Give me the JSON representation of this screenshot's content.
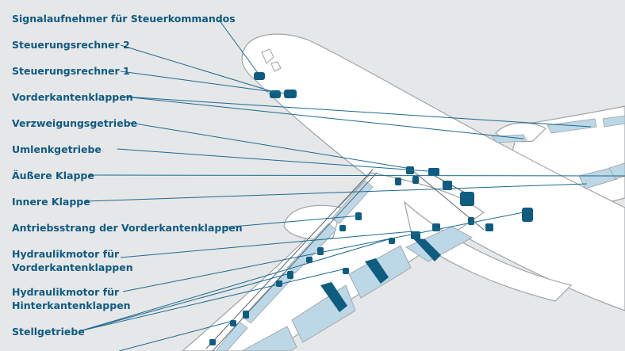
{
  "diagram": {
    "labels": [
      {
        "id": "signal",
        "text": "Signalaufnehmer für Steuerkommandos"
      },
      {
        "id": "rechner2",
        "text": "Steuerungsrechner 2"
      },
      {
        "id": "rechner1",
        "text": "Steuerungsrechner 1"
      },
      {
        "id": "vorderkanten",
        "text": "Vorderkantenklappen"
      },
      {
        "id": "verzweigung",
        "text": "Verzweigungsgetriebe"
      },
      {
        "id": "umlenk",
        "text": "Umlenkgetriebe"
      },
      {
        "id": "aussere",
        "text": "Äußere Klappe"
      },
      {
        "id": "innere",
        "text": "Innere Klappe"
      },
      {
        "id": "antrieb",
        "text": "Antriebsstrang der Vorderkantenklappen"
      },
      {
        "id": "hydro_vk_1",
        "text": "Hydraulikmotor für"
      },
      {
        "id": "hydro_vk_2",
        "text": "Vorderkantenklappen"
      },
      {
        "id": "hydro_hk_1",
        "text": "Hydraulikmotor für"
      },
      {
        "id": "hydro_hk_2",
        "text": "Hinterkantenklappen"
      },
      {
        "id": "stell",
        "text": "Stellgetriebe"
      }
    ],
    "colors": {
      "background": "#e6e7e8",
      "airframe": "#ffffff",
      "outline": "#9fa3a7",
      "flap": "#bcd7e6",
      "component": "#0e5c80",
      "text": "#0f5a82",
      "leader": "#1c6a90"
    }
  }
}
